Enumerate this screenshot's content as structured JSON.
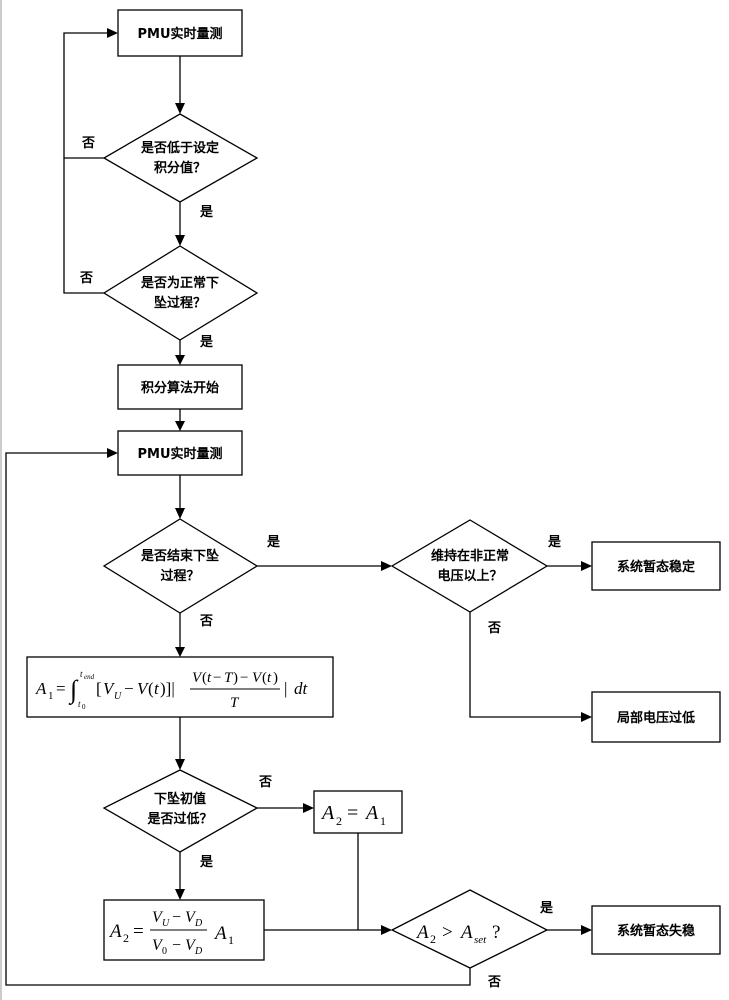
{
  "nodes": {
    "pmu_measure_1": "PMU实时量测",
    "check_integral_line1": "是否低于设定",
    "check_integral_line2": "积分值？",
    "check_normal_line1": "是否为正常下",
    "check_normal_line2": "坠过程？",
    "integral_start": "积分算法开始",
    "pmu_measure_2": "PMU实时量测",
    "check_end_line1": "是否结束下坠",
    "check_end_line2": "过程？",
    "check_above_line1": "维持在非正常",
    "check_above_line2": "电压以上？",
    "result_stable": "系统暂态稳定",
    "result_local_low": "局部电压过低",
    "check_initial_line1": "下坠初值",
    "check_initial_line2": "是否过低？",
    "result_unstable": "系统暂态失稳"
  },
  "formulas": {
    "a1_integral": "A1 = ∫ from t0 to tend [VU − V(t)] | (V(t−T) − V(t)) / T | dt",
    "a2_equals_a1": "A2 = A1",
    "a2_scaled": "A2 = (VU − VD) / (V0 − VD) · A1",
    "compare": "A2 > Aset ?"
  },
  "edge_labels": {
    "yes": "是",
    "no": "否"
  }
}
